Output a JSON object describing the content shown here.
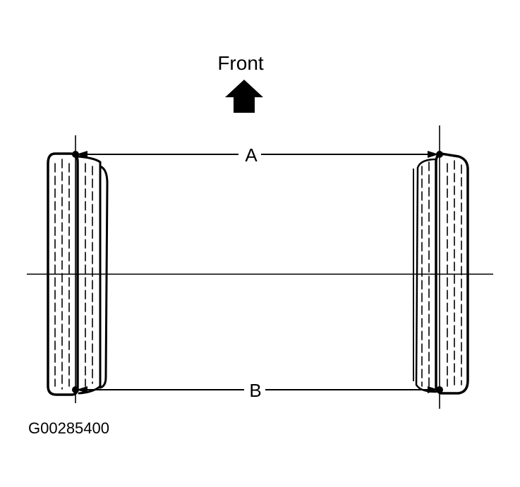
{
  "diagram": {
    "direction_label": "Front",
    "dimension_top_label": "A",
    "dimension_bottom_label": "B",
    "figure_id": "G00285400"
  },
  "colors": {
    "ink": "#000000",
    "background": "#ffffff"
  }
}
